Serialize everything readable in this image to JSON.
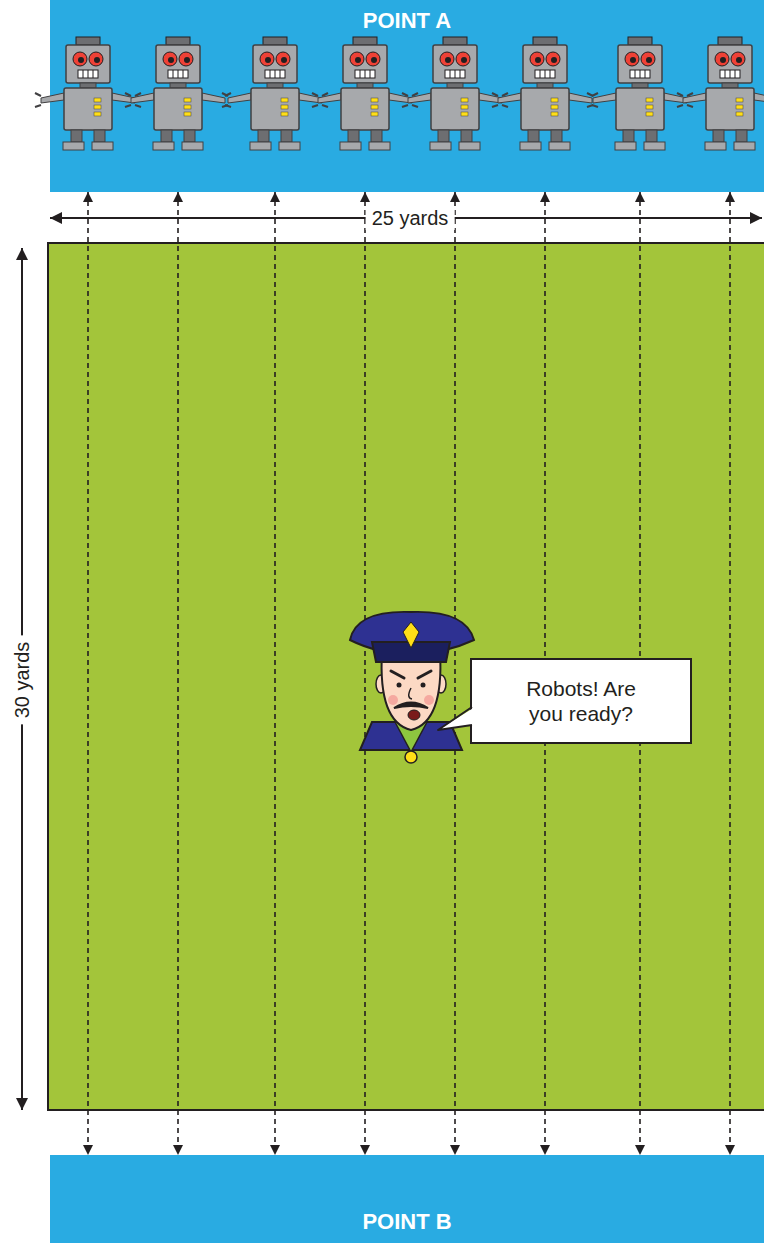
{
  "diagram": {
    "nodes": [
      {
        "text": [
          "POINT A"
        ]
      },
      {
        "text": [
          "Robots! Are you ready?"
        ]
      },
      {
        "text": [
          "POINT B"
        ]
      }
    ],
    "edges": [
      {
        "from": 0,
        "to": 2,
        "arrow": "both"
      },
      {
        "from": 0,
        "to": 2,
        "arrow": "both"
      },
      {
        "from": 0,
        "to": 2,
        "arrow": "both"
      },
      {
        "from": 0,
        "to": 2,
        "arrow": "both"
      },
      {
        "from": 0,
        "to": 2,
        "arrow": "both"
      },
      {
        "from": 0,
        "to": 2,
        "arrow": "both"
      },
      {
        "from": 0,
        "to": 2,
        "arrow": "both"
      },
      {
        "from": 0,
        "to": 2,
        "arrow": "both"
      }
    ],
    "labels": [
      "25 yards",
      "30 yards"
    ]
  }
}
